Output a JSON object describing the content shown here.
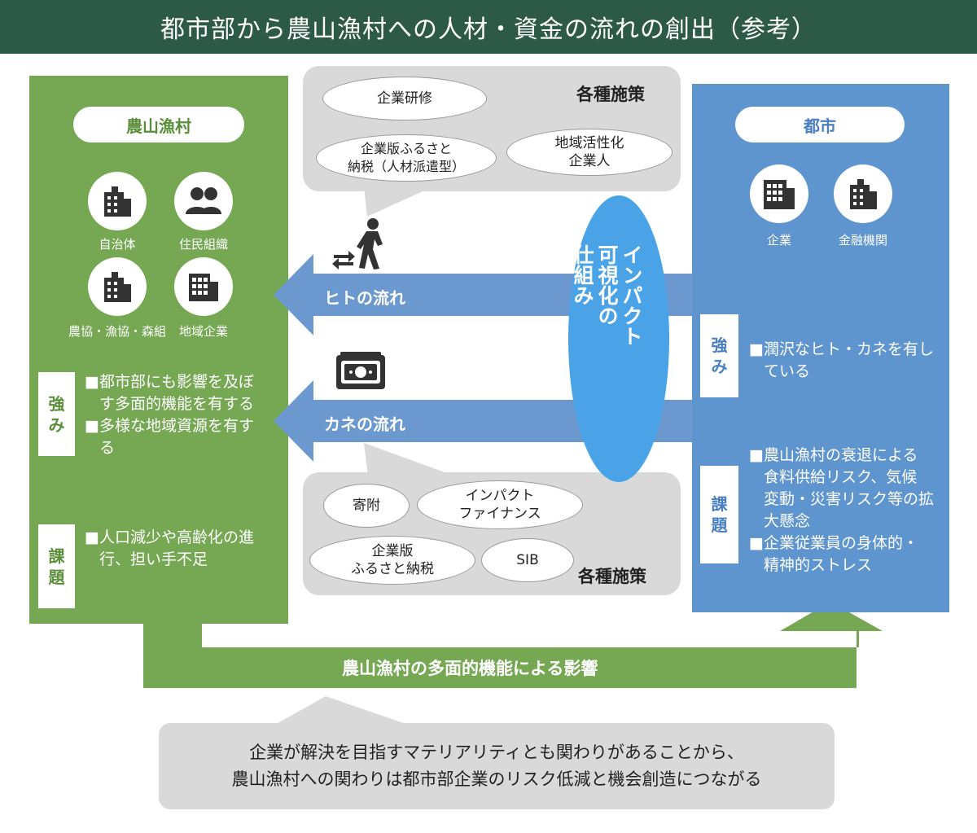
{
  "title": "都市部から農山漁村への人材・資金の流れの創出（参考）",
  "rural": {
    "label": "農山漁村",
    "entities": [
      "自治体",
      "住民組織",
      "農協・漁協・森組",
      "地域企業"
    ],
    "strength_tag": [
      "強",
      "み"
    ],
    "strengths": [
      "■都市部にも影響を及ぼ",
      "す多面的機能を有する",
      "■多様な地域資源を有す",
      "る"
    ],
    "issue_tag": [
      "課",
      "題"
    ],
    "issues": [
      "■人口減少や高齢化の進",
      "行、担い手不足"
    ]
  },
  "city": {
    "label": "都市",
    "entities": [
      "企業",
      "金融機関"
    ],
    "strength_tag": [
      "強",
      "み"
    ],
    "strengths": [
      "■潤沢なヒト・カネを有し",
      "ている"
    ],
    "issue_tag": [
      "課",
      "題"
    ],
    "issues": [
      "■農山漁村の衰退による",
      "食料供給リスク、気候",
      "変動・災害リスク等の拡",
      "大懸念",
      "■企業従業員の身体的・",
      "精神的ストレス"
    ]
  },
  "top_measures": {
    "heading": "各種施策",
    "items": [
      "企業研修",
      "企業版ふるさと\n納税（人材派遣型）",
      "地域活性化\n企業人"
    ]
  },
  "bottom_measures": {
    "heading": "各種施策",
    "items": [
      "寄附",
      "インパクト\nファイナンス",
      "企業版\nふるさと納税",
      "SIB"
    ]
  },
  "flows": {
    "people": "ヒトの流れ",
    "money": "カネの流れ"
  },
  "impact": [
    "インパクト",
    "可視化の",
    "仕組み"
  ],
  "multifunction_arrow": "農山漁村の多面的機能による影響",
  "conclusion": [
    "企業が解決を目指すマテリアリティとも関わりがあることから、",
    "農山漁村への関わりは都市部企業のリスク低減と機会創造につながる"
  ],
  "colors": {
    "title_bg": "#2d5a46",
    "green": "#76a854",
    "blue": "#5f95cf",
    "flow_arrow": "#6b98cf",
    "impact_ellipse": "#4aa3e6",
    "gray": "#d9d9d9"
  }
}
